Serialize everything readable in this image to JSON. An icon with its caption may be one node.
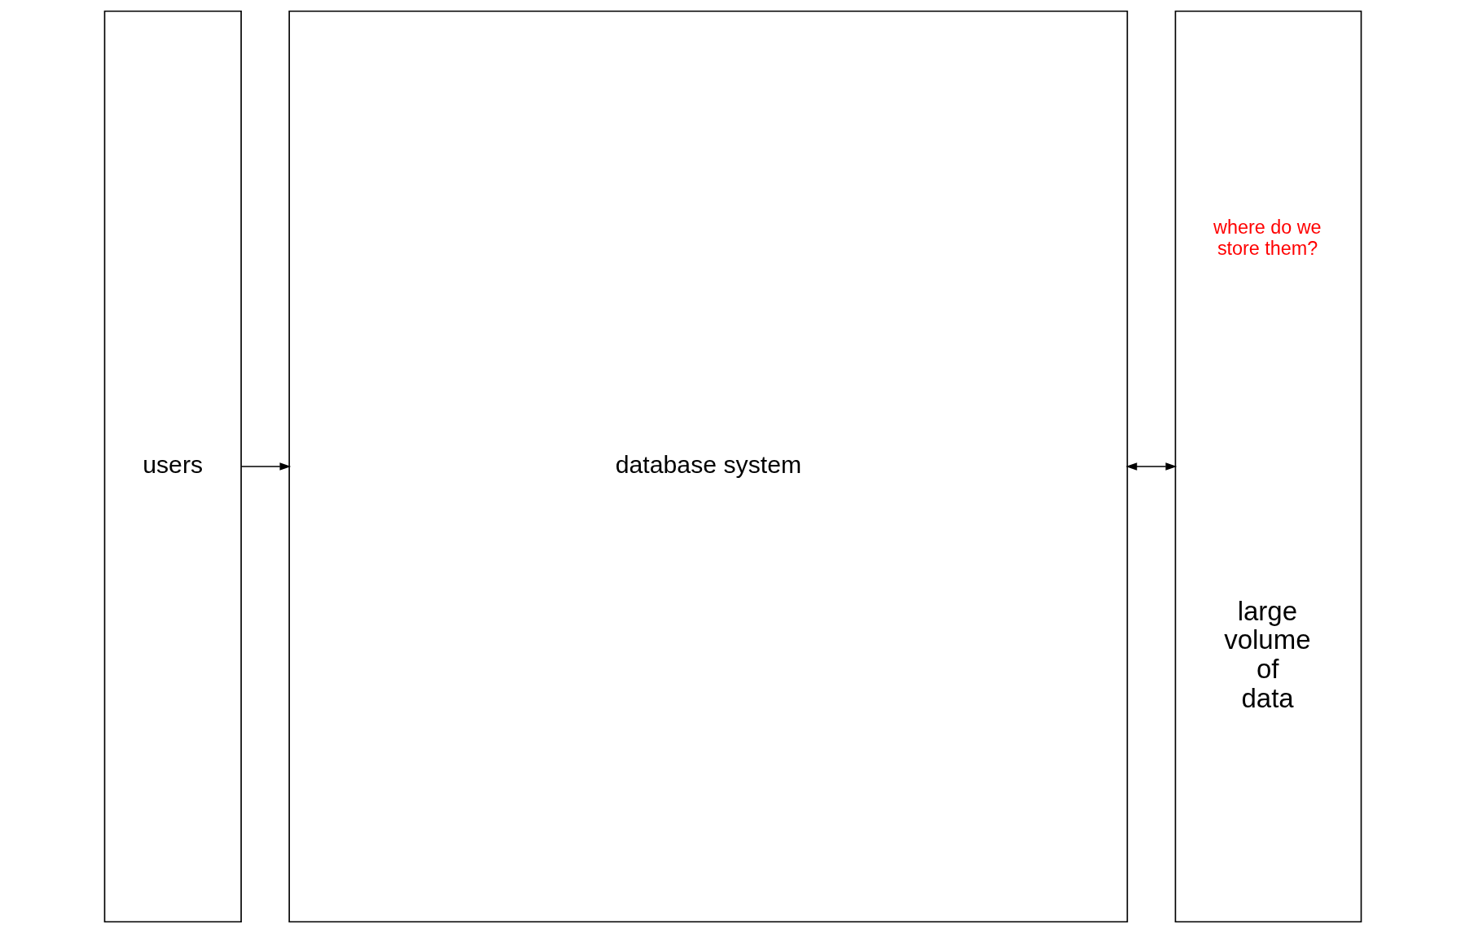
{
  "diagram": {
    "nodes": [
      {
        "text": [
          "users"
        ]
      },
      {
        "text": [
          "database system"
        ]
      },
      {
        "text": [
          "where do we store them?",
          "large volume of data"
        ]
      }
    ],
    "edges": [
      {
        "from": 0,
        "to": 1,
        "arrow": "to"
      },
      {
        "from": 1,
        "to": 2,
        "arrow": "both"
      }
    ]
  }
}
